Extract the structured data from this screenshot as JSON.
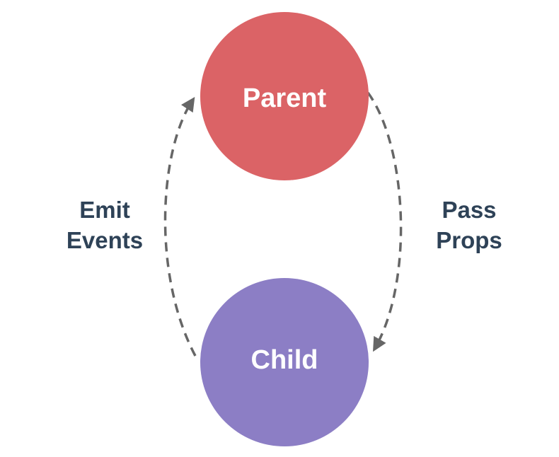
{
  "diagram": {
    "nodes": [
      {
        "id": "parent",
        "label": "Parent",
        "color": "#DB6366",
        "text_color": "#FFFFFF"
      },
      {
        "id": "child",
        "label": "Child",
        "color": "#8C7EC5",
        "text_color": "#FFFFFF"
      }
    ],
    "edges": [
      {
        "id": "emit-events",
        "label_line1": "Emit",
        "label_line2": "Events",
        "from": "child",
        "to": "parent",
        "side": "left",
        "style": "dashed"
      },
      {
        "id": "pass-props",
        "label_line1": "Pass",
        "label_line2": "Props",
        "from": "parent",
        "to": "child",
        "side": "right",
        "style": "dashed"
      }
    ],
    "colors": {
      "edge_label_text": "#2E4257",
      "arrow": "#666666",
      "background": "#FFFFFF"
    }
  }
}
